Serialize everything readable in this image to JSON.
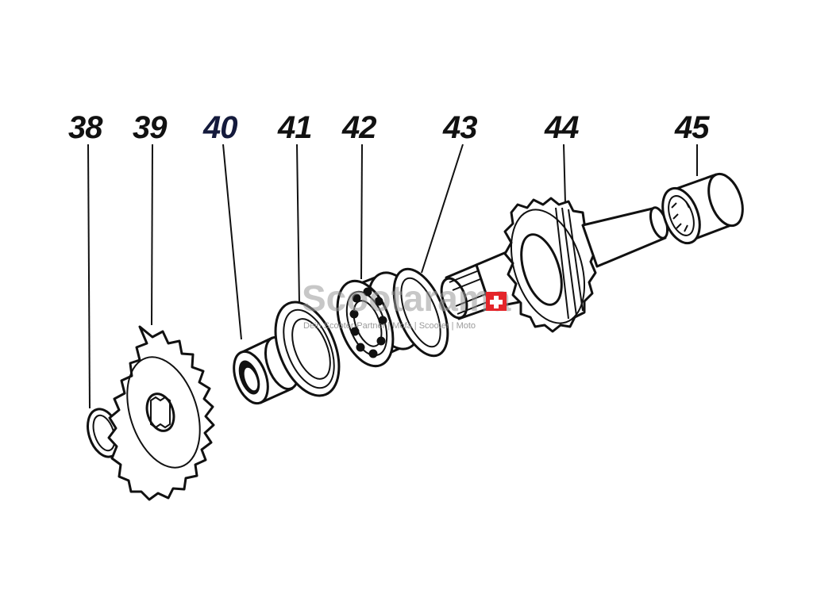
{
  "diagram": {
    "callouts": [
      {
        "id": "c38",
        "label": "38"
      },
      {
        "id": "c39",
        "label": "39"
      },
      {
        "id": "c40",
        "label": "40"
      },
      {
        "id": "c41",
        "label": "41"
      },
      {
        "id": "c42",
        "label": "42"
      },
      {
        "id": "c43",
        "label": "43"
      },
      {
        "id": "c44",
        "label": "44"
      },
      {
        "id": "c45",
        "label": "45"
      }
    ],
    "watermark": {
      "name": "Scootarama",
      "tagline": "Dein Scooter-Partner | Mofa | Scooter | Moto",
      "accent_color": "#e4252a"
    }
  }
}
